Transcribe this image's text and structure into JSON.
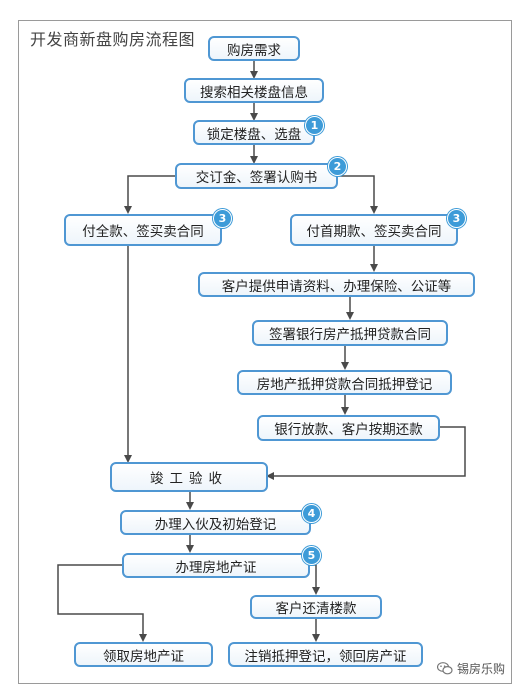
{
  "title": "开发商新盘购房流程图",
  "colors": {
    "line": "#4a4a4a",
    "box_border": "#4f97d3",
    "badge": "#3d9bd8"
  },
  "steps": {
    "need": "购房需求",
    "search": "搜索相关楼盘信息",
    "lock": "锁定楼盘、选盘",
    "deposit": "交订金、签署认购书",
    "full_pay": "付全款、签买卖合同",
    "down_pay": "付首期款、签买卖合同",
    "apply": "客户提供申请资料、办理保险、公证等",
    "loan_contract": "签署银行房产抵押贷款合同",
    "mortgage_reg": "房地产抵押贷款合同抵押登记",
    "bank_loan": "银行放款、客户按期还款",
    "completion": "竣工验收",
    "move_in": "办理入伙及初始登记",
    "property_cert": "办理房地产证",
    "payoff": "客户还清楼款",
    "receive_cert": "领取房地产证",
    "cancel_mortgage": "注销抵押登记，领回房产证"
  },
  "badges": {
    "b1": "1",
    "b2": "2",
    "b3a": "3",
    "b3b": "3",
    "b4": "4",
    "b5": "5"
  },
  "watermark": {
    "text": "锡房乐购",
    "icon": "wechat-icon"
  }
}
